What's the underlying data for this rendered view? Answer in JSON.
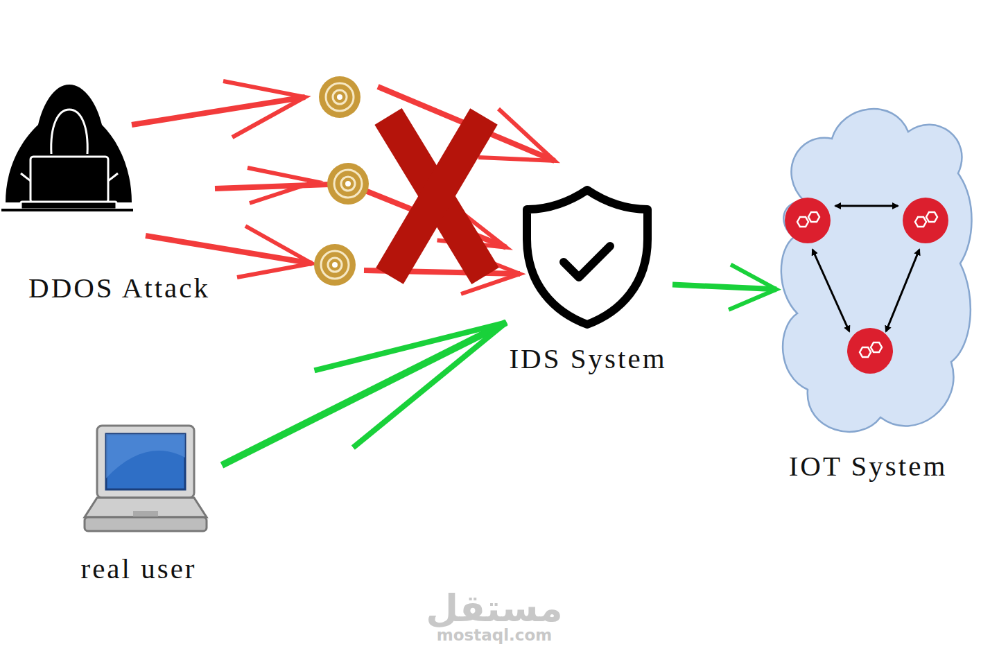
{
  "diagram": {
    "nodes": [
      {
        "text": [
          "DDOS Attack"
        ]
      },
      {
        "text": [
          "IDS System"
        ]
      },
      {
        "text": [
          "IOT System"
        ]
      },
      {
        "text": [
          "real user"
        ]
      }
    ],
    "edges": [
      {
        "from": 0,
        "to": 1,
        "arrow": "to"
      },
      {
        "from": 3,
        "to": 1,
        "arrow": "to"
      },
      {
        "from": 1,
        "to": 2,
        "arrow": "to"
      }
    ],
    "labels": [
      "مستقل",
      "mostaql.com"
    ]
  }
}
